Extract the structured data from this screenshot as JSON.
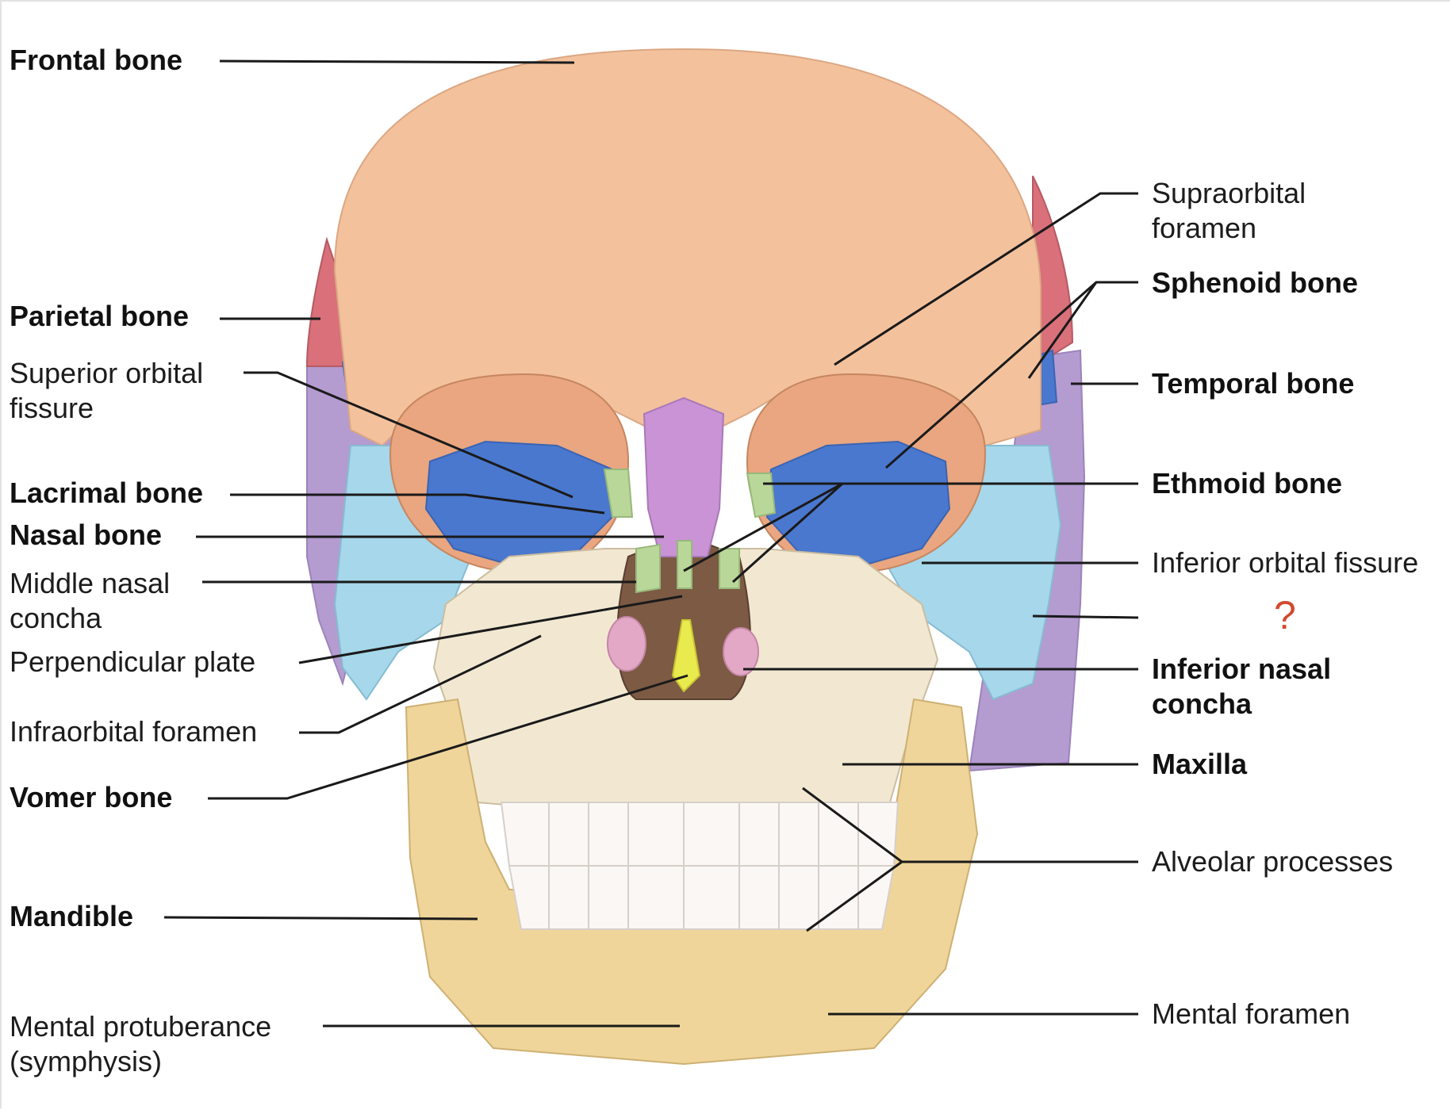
{
  "colors": {
    "frontal": "#f3c29d",
    "parietal": "#d9707a",
    "sphenoid": "#4a78cf",
    "temporal": "#b49bd0",
    "zygomatic": "#a6d7ea",
    "nasal": "#c993d6",
    "ethmoid": "#bad79a",
    "vomer": "#e9ea4e",
    "maxilla": "#f2e8d2",
    "mandible": "#f0d59a",
    "teeth": "#fbf7f4",
    "orbit": "#e9a680",
    "question_mark": "#d24a2f",
    "leader_line": "#1a1a1a"
  },
  "labels": {
    "frontal_bone": "Frontal bone",
    "parietal_bone": "Parietal bone",
    "superior_orbital_fissure": [
      "Superior orbital",
      "fissure"
    ],
    "lacrimal_bone": "Lacrimal bone",
    "nasal_bone": "Nasal bone",
    "middle_nasal_concha": [
      "Middle nasal",
      "concha"
    ],
    "perpendicular_plate": "Perpendicular plate",
    "infraorbital_foramen": "Infraorbital foramen",
    "vomer_bone": "Vomer bone",
    "mandible": "Mandible",
    "mental_protuberance": [
      "Mental protuberance",
      "(symphysis)"
    ],
    "supraorbital_foramen": [
      "Supraorbital",
      "foramen"
    ],
    "sphenoid_bone": "Sphenoid bone",
    "temporal_bone": "Temporal bone",
    "ethmoid_bone": "Ethmoid bone",
    "inferior_orbital_fissure": "Inferior orbital fissure",
    "unknown_marker": "?",
    "inferior_nasal_concha": [
      "Inferior nasal",
      "concha"
    ],
    "maxilla": "Maxilla",
    "alveolar_processes": "Alveolar processes",
    "mental_foramen": "Mental foramen"
  }
}
